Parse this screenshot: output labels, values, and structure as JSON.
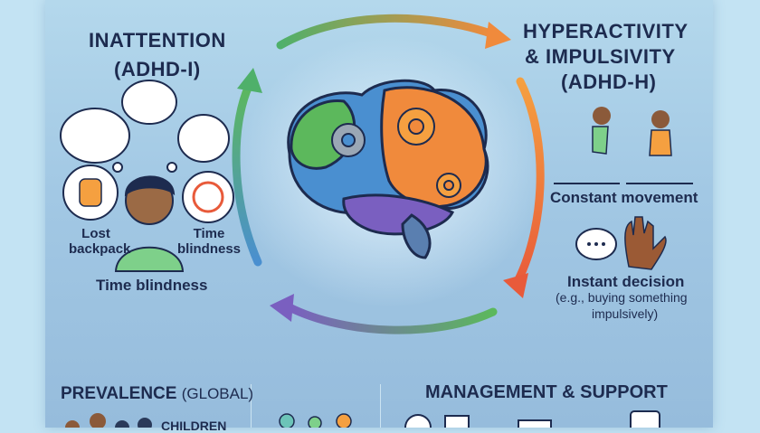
{
  "inattention": {
    "title_line1": "INATTENTION",
    "title_line2": "(ADHD-I)",
    "bubble_left_label": "Lost backpack",
    "bubble_right_label": "Time blindness",
    "caption": "Time blindness"
  },
  "hyperactivity": {
    "title_line1": "HYPERACTIVITY",
    "title_line2": "& IMPULSIVITY",
    "title_line3": "(ADHD-H)",
    "movement_label": "Constant movement",
    "decision_label": "Instant decision",
    "decision_example_line1": "(e.g., buying something",
    "decision_example_line2": "impulsively)"
  },
  "prevalence": {
    "title": "PREVALENCE",
    "title_suffix": "(GLOBAL)",
    "children_label": "CHILDREN"
  },
  "management": {
    "title": "MANAGEMENT & SUPPORT"
  },
  "colors": {
    "ink": "#1d2b4f",
    "green": "#5cb85c",
    "orange": "#f08a3c",
    "purple": "#7a5fc0",
    "blue": "#4a8fd0"
  }
}
